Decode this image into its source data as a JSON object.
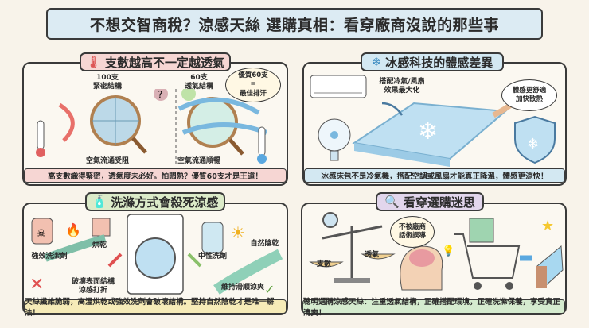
{
  "title": "不想交智商稅？涼感天絲 選購真相：看穿廠商沒說的那些事",
  "panels": {
    "count": {
      "title": "支數越高不一定越透氣",
      "icon": "thermometer-icon",
      "left_label": "100支\n緊密結構",
      "left_flow": "空氣流通受阻",
      "right_label": "60支\n透氣結構",
      "right_flow": "空氣流通順暢",
      "bubble": "優質60支\n=\n最佳排汗",
      "caption": "高支數織得緊密，透氣度未必好。怕悶熱？優質60支才是王道！",
      "color": "#f6d6d3"
    },
    "cooling": {
      "title": "冰感科技的體感差異",
      "icon": "snowflake-icon",
      "arrow_label": "搭配冷氣/風扇\n效果最大化",
      "bubble": "體感更舒適\n加快散熱",
      "caption": "冰感床包不是冷氣機，搭配空調或風扇才能真正降溫，體感更涼快！",
      "color": "#d3e8f2"
    },
    "washing": {
      "title": "洗滌方式會殺死涼感",
      "icon": "detergent-bottle-icon",
      "detergent": "強效洗潔劑",
      "dryer": "烘乾",
      "damage": "破壞表面結構\n涼感打折",
      "neutral": "中性洗劑",
      "air_dry": "自然陰乾",
      "keep": "維持滑順涼爽",
      "caption": "天絲纖維脆弱，高溫烘乾或強效洗劑會破壞結構。堅持自然陰乾才是唯一解法！",
      "color": "#dcebc9"
    },
    "myths": {
      "title": "看穿選購迷思",
      "icon": "magnifier-icon",
      "scale_left": "支數",
      "scale_right": "透氣",
      "bubble": "不被廠商\n話術誤導",
      "caption": "聰明選購涼感天絲：注重透氣結構，正確搭配環境，正確洗滌保養，享受真正清爽！",
      "color": "#e2d6ec",
      "caption_color": "#d5ebcf"
    }
  }
}
